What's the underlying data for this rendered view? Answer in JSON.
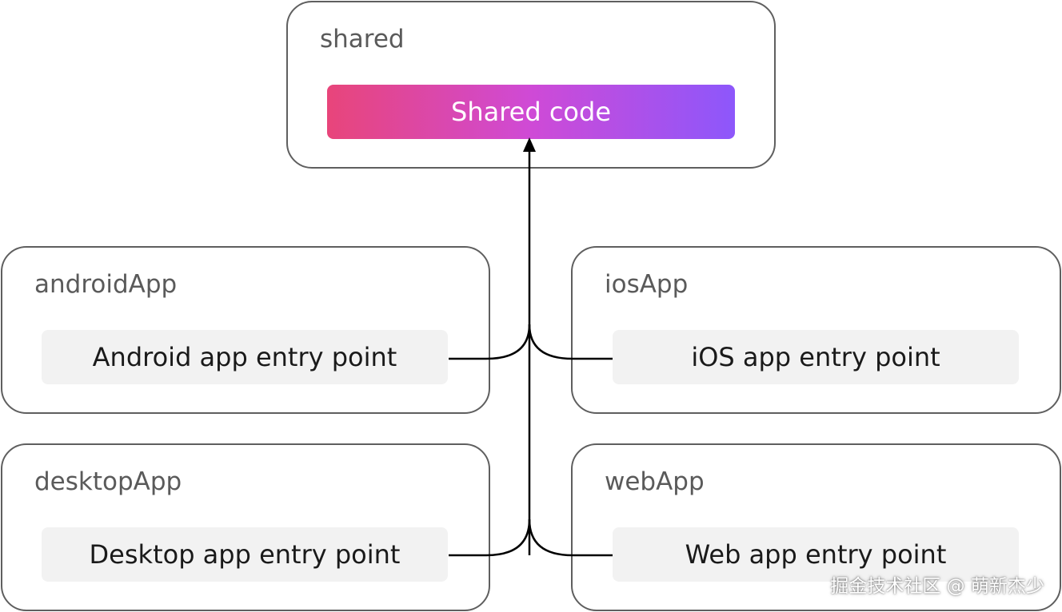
{
  "modules": {
    "shared": {
      "title": "shared",
      "code_label": "Shared code"
    },
    "android": {
      "title": "androidApp",
      "entry_label": "Android app entry point"
    },
    "ios": {
      "title": "iosApp",
      "entry_label": "iOS app entry point"
    },
    "desktop": {
      "title": "desktopApp",
      "entry_label": "Desktop app entry point"
    },
    "web": {
      "title": "webApp",
      "entry_label": "Web app entry point"
    }
  },
  "watermark": "掘金技术社区 @ 萌新杰少",
  "colors": {
    "border": "#5f5f5f",
    "title_text": "#5a5a5a",
    "entry_background": "#f2f2f2",
    "connector": "#000000",
    "gradient_start": "#e8457a",
    "gradient_mid": "#cf4ad6",
    "gradient_end": "#8d57fb"
  }
}
